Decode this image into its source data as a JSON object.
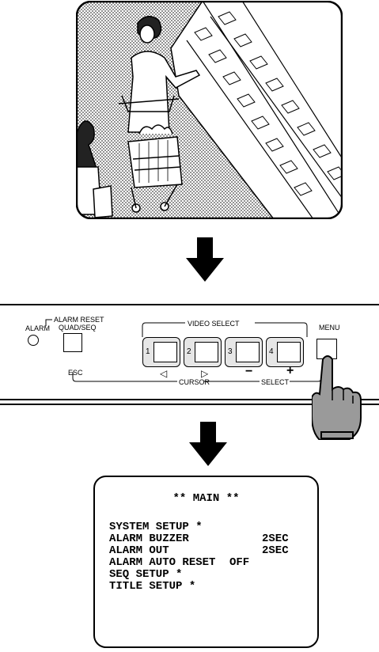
{
  "panel": {
    "alarm_label": "ALARM",
    "alarm_reset_label": "ALARM RESET",
    "quad_seq_label": "QUAD/SEQ",
    "video_select_label": "VIDEO SELECT",
    "menu_label": "MENU",
    "esc_label": "ESC",
    "cursor_label": "CURSOR",
    "select_label": "SELECT",
    "buttons": [
      {
        "number": "1",
        "symbol": "◁"
      },
      {
        "number": "2",
        "symbol": "▷"
      },
      {
        "number": "3",
        "symbol": "−"
      },
      {
        "number": "4",
        "symbol": "+"
      }
    ]
  },
  "osd": {
    "title": "** MAIN **",
    "items": [
      {
        "label": "SYSTEM SETUP *",
        "value": ""
      },
      {
        "label": "ALARM BUZZER",
        "value": "2SEC"
      },
      {
        "label": "ALARM OUT",
        "value": "2SEC"
      },
      {
        "label": "ALARM AUTO RESET",
        "value": "OFF"
      },
      {
        "label": "SEQ SETUP *",
        "value": ""
      },
      {
        "label": "TITLE SETUP *",
        "value": ""
      }
    ]
  },
  "colors": {
    "line": "#000000",
    "dither_gray": "#bdbdbd",
    "hand_gray": "#9a9a9a",
    "button_gray": "#e6e6e6"
  }
}
